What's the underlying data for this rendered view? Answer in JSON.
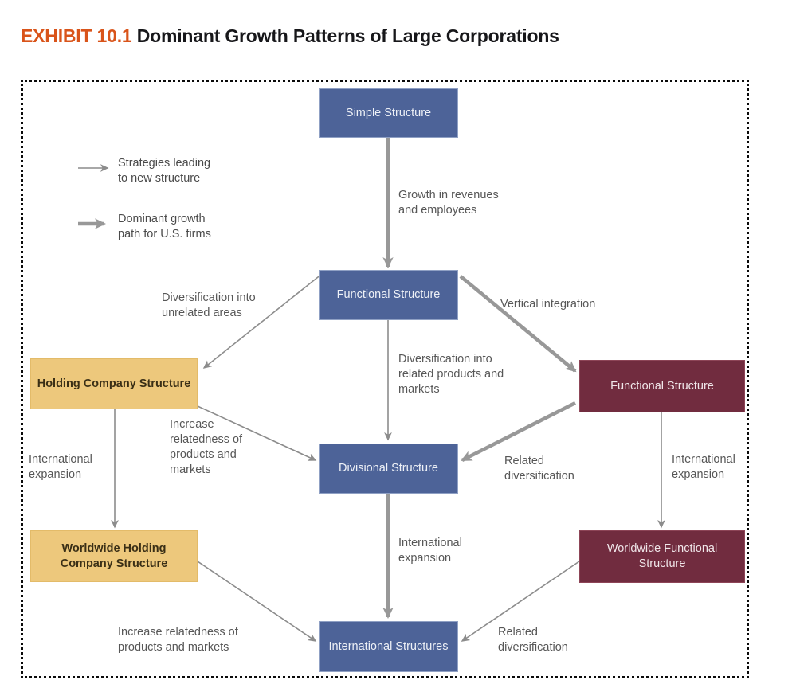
{
  "title": {
    "number": "EXHIBIT 10.1",
    "text": "Dominant Growth Patterns of Large Corporations",
    "number_color": "#d9541a",
    "text_color": "#17171a"
  },
  "colors": {
    "blue_node": "#4d6398",
    "maroon_node": "#712c3f",
    "gold_node": "#edc87c",
    "arrow_thin": "#8c8c8c",
    "arrow_thick": "#949494",
    "frame_border": "#0a0a0a"
  },
  "legend": {
    "items": [
      {
        "id": "thin",
        "arrow": "thin-arrow-icon",
        "label": "Strategies leading\nto new structure"
      },
      {
        "id": "thick",
        "arrow": "thick-arrow-icon",
        "label": "Dominant growth\npath for U.S. firms"
      }
    ]
  },
  "nodes": [
    {
      "id": "simple",
      "label": "Simple\nStructure",
      "style": "blue"
    },
    {
      "id": "functional",
      "label": "Functional\nStructure",
      "style": "blue"
    },
    {
      "id": "holding",
      "label": "Holding Company\nStructure",
      "style": "gold"
    },
    {
      "id": "functional-vertical",
      "label": "Functional\nStructure",
      "style": "maroon"
    },
    {
      "id": "divisional",
      "label": "Divisional\nStructure",
      "style": "blue"
    },
    {
      "id": "worldwide-holding",
      "label": "Worldwide Holding\nCompany Structure",
      "style": "gold"
    },
    {
      "id": "worldwide-functional",
      "label": "Worldwide Functional\nStructure",
      "style": "maroon"
    },
    {
      "id": "international",
      "label": "International\nStructures",
      "style": "blue"
    }
  ],
  "edges": [
    {
      "id": "simple-to-functional",
      "from": "simple",
      "to": "functional",
      "label": "Growth in revenues\nand employees",
      "weight": "thick"
    },
    {
      "id": "functional-to-holding",
      "from": "functional",
      "to": "holding",
      "label": "Diversification into\nunrelated areas",
      "weight": "thin"
    },
    {
      "id": "functional-to-divisional",
      "from": "functional",
      "to": "divisional",
      "label": "Diversification into\nrelated products and\nmarkets",
      "weight": "thin"
    },
    {
      "id": "functional-to-vertical",
      "from": "functional",
      "to": "functional-vertical",
      "label": "Vertical integration",
      "weight": "thick"
    },
    {
      "id": "vertical-to-divisional",
      "from": "functional-vertical",
      "to": "divisional",
      "label": "Related\ndiversification",
      "weight": "thick"
    },
    {
      "id": "holding-to-worldwide-holding",
      "from": "holding",
      "to": "worldwide-holding",
      "label": "International\nexpansion",
      "weight": "thin"
    },
    {
      "id": "holding-to-divisional",
      "from": "holding",
      "to": "divisional",
      "label": "Increase\nrelatedness of\nproducts and\nmarkets",
      "weight": "thin"
    },
    {
      "id": "vertical-to-worldwide-functional",
      "from": "functional-vertical",
      "to": "worldwide-functional",
      "label": "International\nexpansion",
      "weight": "thin"
    },
    {
      "id": "divisional-to-international",
      "from": "divisional",
      "to": "international",
      "label": "International\nexpansion",
      "weight": "thick"
    },
    {
      "id": "wwholding-to-international",
      "from": "worldwide-holding",
      "to": "international",
      "label": "Increase relatedness of\nproducts and markets",
      "weight": "thin"
    },
    {
      "id": "wwfunctional-to-international",
      "from": "worldwide-functional",
      "to": "international",
      "label": "Related\ndiversification",
      "weight": "thin"
    }
  ]
}
